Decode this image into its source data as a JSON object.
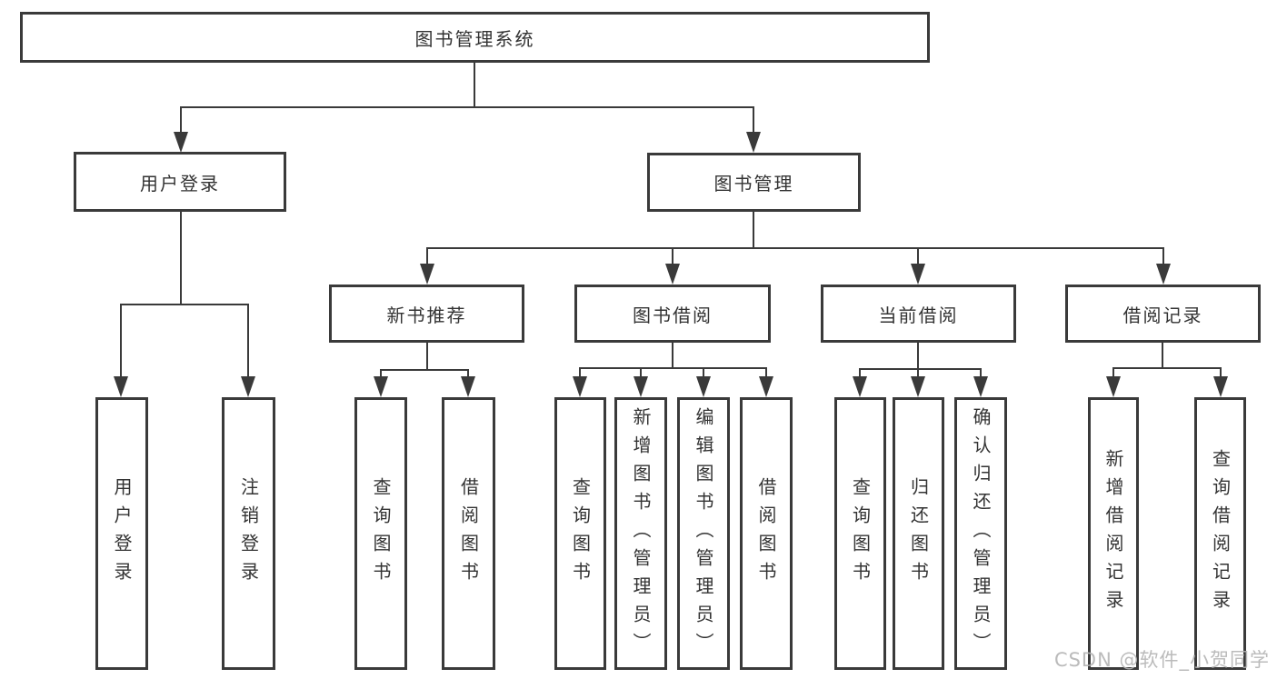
{
  "diagram": {
    "root": {
      "label": "图书管理系统"
    },
    "branches": [
      {
        "label": "用户登录",
        "leaves": [
          {
            "label": "用户登录"
          },
          {
            "label": "注销登录"
          }
        ]
      },
      {
        "label": "图书管理",
        "groups": [
          {
            "label": "新书推荐",
            "leaves": [
              {
                "label": "查询图书"
              },
              {
                "label": "借阅图书"
              }
            ]
          },
          {
            "label": "图书借阅",
            "leaves": [
              {
                "label": "查询图书"
              },
              {
                "label": "新增图书（管理员）"
              },
              {
                "label": "编辑图书（管理员）"
              },
              {
                "label": "借阅图书"
              }
            ]
          },
          {
            "label": "当前借阅",
            "leaves": [
              {
                "label": "查询图书"
              },
              {
                "label": "归还图书"
              },
              {
                "label": "确认归还（管理员）"
              }
            ]
          },
          {
            "label": "借阅记录",
            "leaves": [
              {
                "label": "新增借阅记录"
              },
              {
                "label": "查询借阅记录"
              }
            ]
          }
        ]
      }
    ]
  },
  "watermark": {
    "text": "CSDN @软件_小贺同学"
  },
  "colors": {
    "line": "#3a3a3a",
    "border": "#3a3a3a",
    "text": "#333333",
    "background": "#ffffff",
    "watermark": "#b4b4b4"
  }
}
